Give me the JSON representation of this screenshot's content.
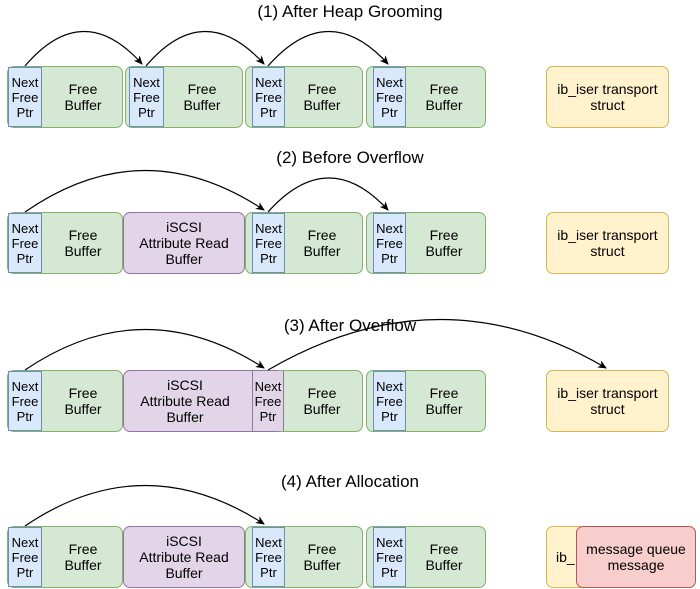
{
  "sections": [
    {
      "title": "(1) After Heap Grooming"
    },
    {
      "title": "(2) Before Overflow"
    },
    {
      "title": "(3) After Overflow"
    },
    {
      "title": "(4) After Allocation"
    }
  ],
  "labels": {
    "next_free_ptr": "Next\nFree\nPtr",
    "free_buffer": "Free\nBuffer",
    "iscsi_buffer": "iSCSI\nAttribute Read\nBuffer",
    "transport_struct": "ib_iser transport\nstruct",
    "transport_struct_partial": "ib_",
    "message_queue": "message queue\nmessage"
  },
  "colors": {
    "free": "#d5e8d4",
    "pointer": "#dae8fc",
    "iscsi": "#e1d5e7",
    "transport": "#fff2cc",
    "message": "#f8cecc"
  }
}
